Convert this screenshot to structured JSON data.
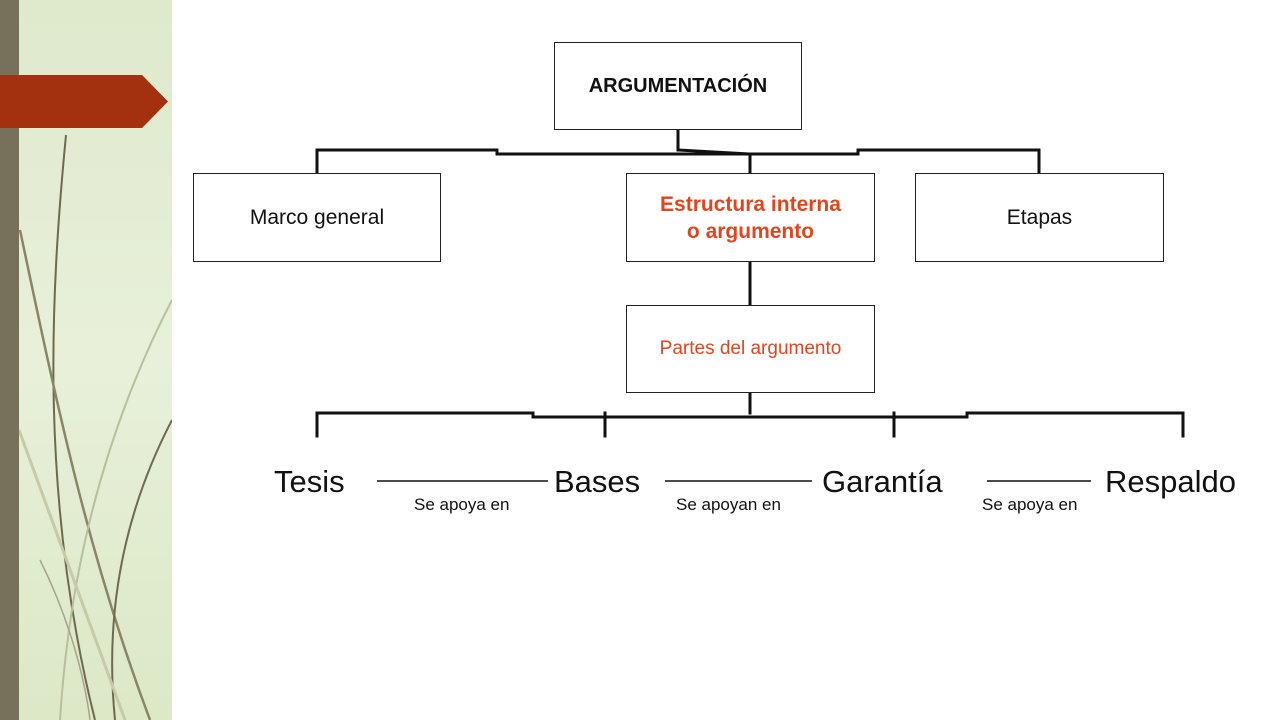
{
  "diagram": {
    "root": "ARGUMENTACIÓN",
    "level1": {
      "left": "Marco general",
      "center_line1": "Estructura interna",
      "center_line2": "o argumento",
      "right": "Etapas"
    },
    "sub": "Partes del argumento",
    "terms": [
      "Tesis",
      "Bases",
      "Garantía",
      "Respaldo"
    ],
    "relations": [
      "Se apoya en",
      "Se apoyan en",
      "Se apoya en"
    ]
  },
  "colors": {
    "accent": "#e2451d",
    "decoration_red": "#a3300f",
    "decoration_strip": "#77705a",
    "panel_green": "#e2ebd2",
    "line": "#111111"
  }
}
